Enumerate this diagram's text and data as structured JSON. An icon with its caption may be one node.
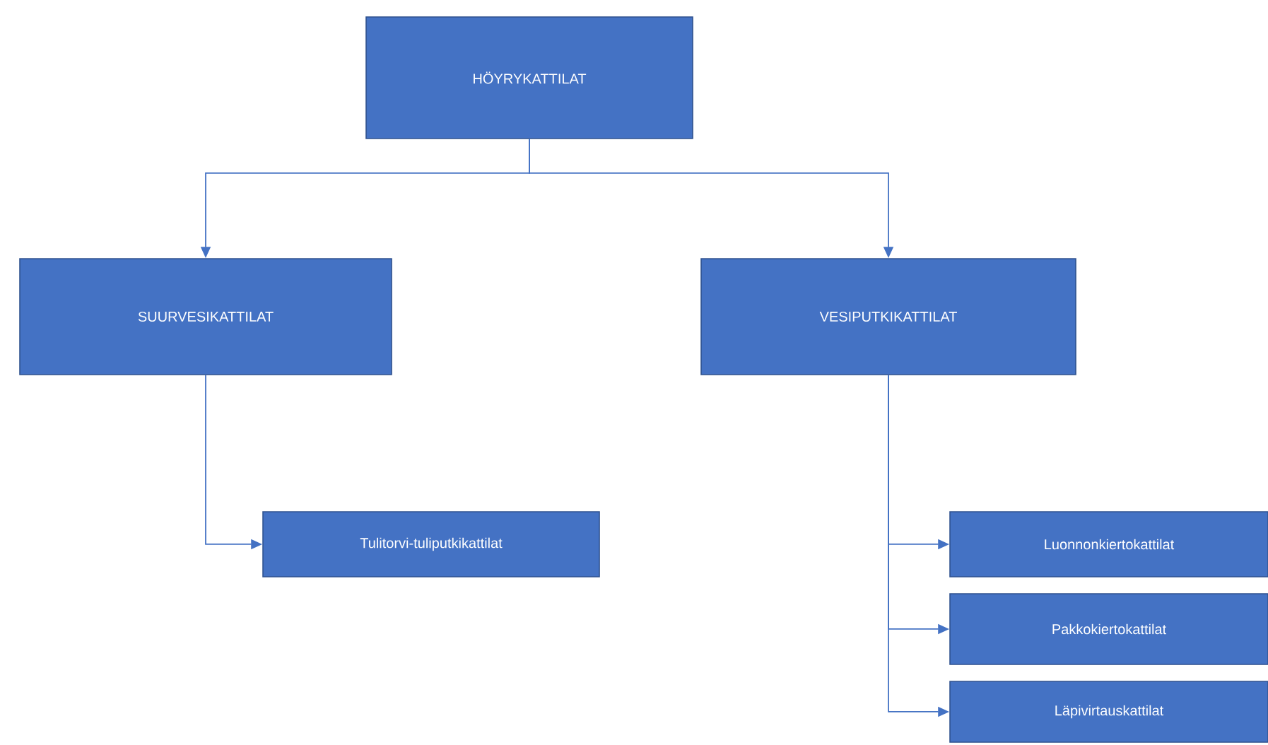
{
  "diagram": {
    "nodes": [
      {
        "text": [
          "HÖYRYKATTILAT"
        ]
      },
      {
        "text": [
          "SUURVESIKATTILAT"
        ]
      },
      {
        "text": [
          "VESIPUTKIKATTILAT"
        ]
      },
      {
        "text": [
          "Tulitorvi-tuliputkikattilat"
        ]
      },
      {
        "text": [
          "Luonnonkiertokattilat"
        ]
      },
      {
        "text": [
          "Pakkokiertokattilat"
        ]
      },
      {
        "text": [
          "Läpivirtauskattilat"
        ]
      }
    ],
    "edges": [
      {
        "from": 0,
        "to": 1,
        "arrow": "to"
      },
      {
        "from": 0,
        "to": 2,
        "arrow": "to"
      },
      {
        "from": 1,
        "to": 3,
        "arrow": "to"
      },
      {
        "from": 2,
        "to": 4,
        "arrow": "to"
      },
      {
        "from": 2,
        "to": 5,
        "arrow": "to"
      },
      {
        "from": 2,
        "to": 6,
        "arrow": "to"
      }
    ]
  }
}
